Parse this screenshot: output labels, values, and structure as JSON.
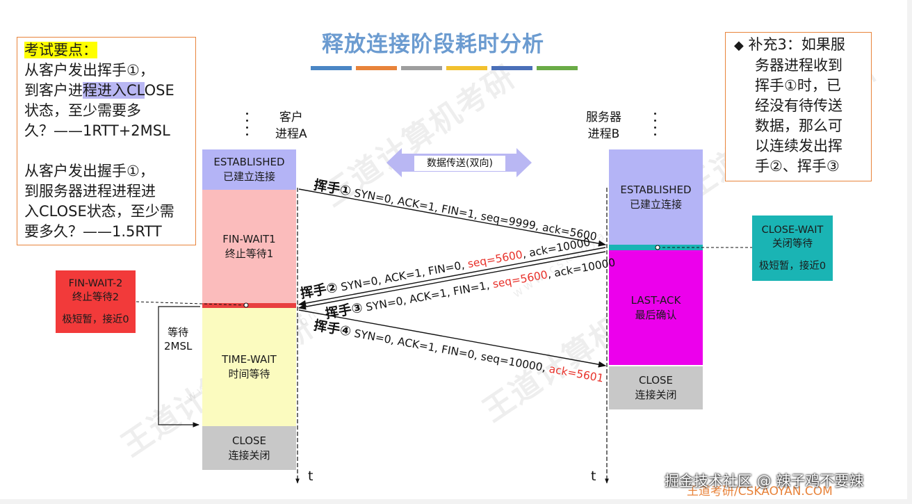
{
  "title": "释放连接阶段耗时分析",
  "color_bars": [
    "#4a86c5",
    "#e8833a",
    "#9e9e9e",
    "#f2c12e",
    "#4a6fb8",
    "#6aab46"
  ],
  "exam_note": {
    "heading": "考试要点：",
    "q1_line1": "从客户发出挥手①，",
    "q1_line2_a": "到客户进",
    "q1_line2_b": "程进入CL",
    "q1_line2_c": "OSE",
    "q1_line3": "状态，至少需要多",
    "q1_line4": "久？——1RTT+2MSL",
    "q2_line1": "从客户发出握手①，",
    "q2_line2": "到服务器进程进程进",
    "q2_line3": "入CLOSE状态，至少需",
    "q2_line4": "要多久？——1.5RTT"
  },
  "supplement": {
    "bullet": "◆",
    "line1": "补充3：如果服",
    "line2": "务器进程收到",
    "line3": "挥手①时，已",
    "line4": "经没有待传送",
    "line5": "数据，那么可",
    "line6": "以连续发出挥",
    "line7": "手②、挥手③"
  },
  "client": {
    "label_line1": "客户",
    "label_line2": "进程A",
    "t": "t"
  },
  "server": {
    "label_line1": "服务器",
    "label_line2": "进程B",
    "t": "t"
  },
  "client_states": {
    "established_1": "ESTABLISHED",
    "established_2": "已建立连接",
    "finwait1_1": "FIN-WAIT1",
    "finwait1_2": "终止等待1",
    "timewait_1": "TIME-WAIT",
    "timewait_2": "时间等待",
    "close_1": "CLOSE",
    "close_2": "连接关闭"
  },
  "server_states": {
    "established_1": "ESTABLISHED",
    "established_2": "已建立连接",
    "lastack_1": "LAST-ACK",
    "lastack_2": "最后确认",
    "close_1": "CLOSE",
    "close_2": "连接关闭"
  },
  "data_transfer": "数据传送(双向)",
  "finwait2_callout": {
    "line1": "FIN-WAIT-2",
    "line2": "终止等待2",
    "line3": "极短暂，接近0"
  },
  "closewait_callout": {
    "line1": "CLOSE-WAIT",
    "line2": "关闭等待",
    "line3": "极短暂，接近0"
  },
  "wait_2msl": {
    "line1": "等待",
    "line2": "2MSL"
  },
  "messages": {
    "m1_label": "挥手①",
    "m1_text": " SYN=0, ACK=1, FIN=1, seq=9999, ack=5600",
    "m2_label": "挥手②",
    "m2_text_a": " SYN=0, ACK=1, FIN=0, ",
    "m2_seq": "seq=5600",
    "m2_text_b": ", ack=10000",
    "m3_label": "挥手③",
    "m3_text_a": " SYN=0, ACK=1, FIN=1, ",
    "m3_seq": "seq=5600",
    "m3_text_b": ", ack=10000",
    "m4_label": "挥手④",
    "m4_text_a": " SYN=0, ACK=1, FIN=0, seq=10000, ",
    "m4_ack": "ack=5601"
  },
  "watermark": {
    "brand": "王道计算机考研",
    "url": "www.cskaoyan.com"
  },
  "footer": {
    "juejin": "掘金技术社区 @ 辣子鸡不要辣",
    "wangdao": "王道考研/CSKAOYAN.COM"
  },
  "colors": {
    "established": "#b4b4f6",
    "finwait1": "#fbbcbc",
    "timewait": "#fbfbbf",
    "close": "#c8c8c8",
    "lastack": "#ec00ec",
    "teal": "#1ab4b4",
    "finwait2": "#f23a3a",
    "highlight_yellow": "#ffff00",
    "arrow_purple": "#b9b7f3"
  }
}
